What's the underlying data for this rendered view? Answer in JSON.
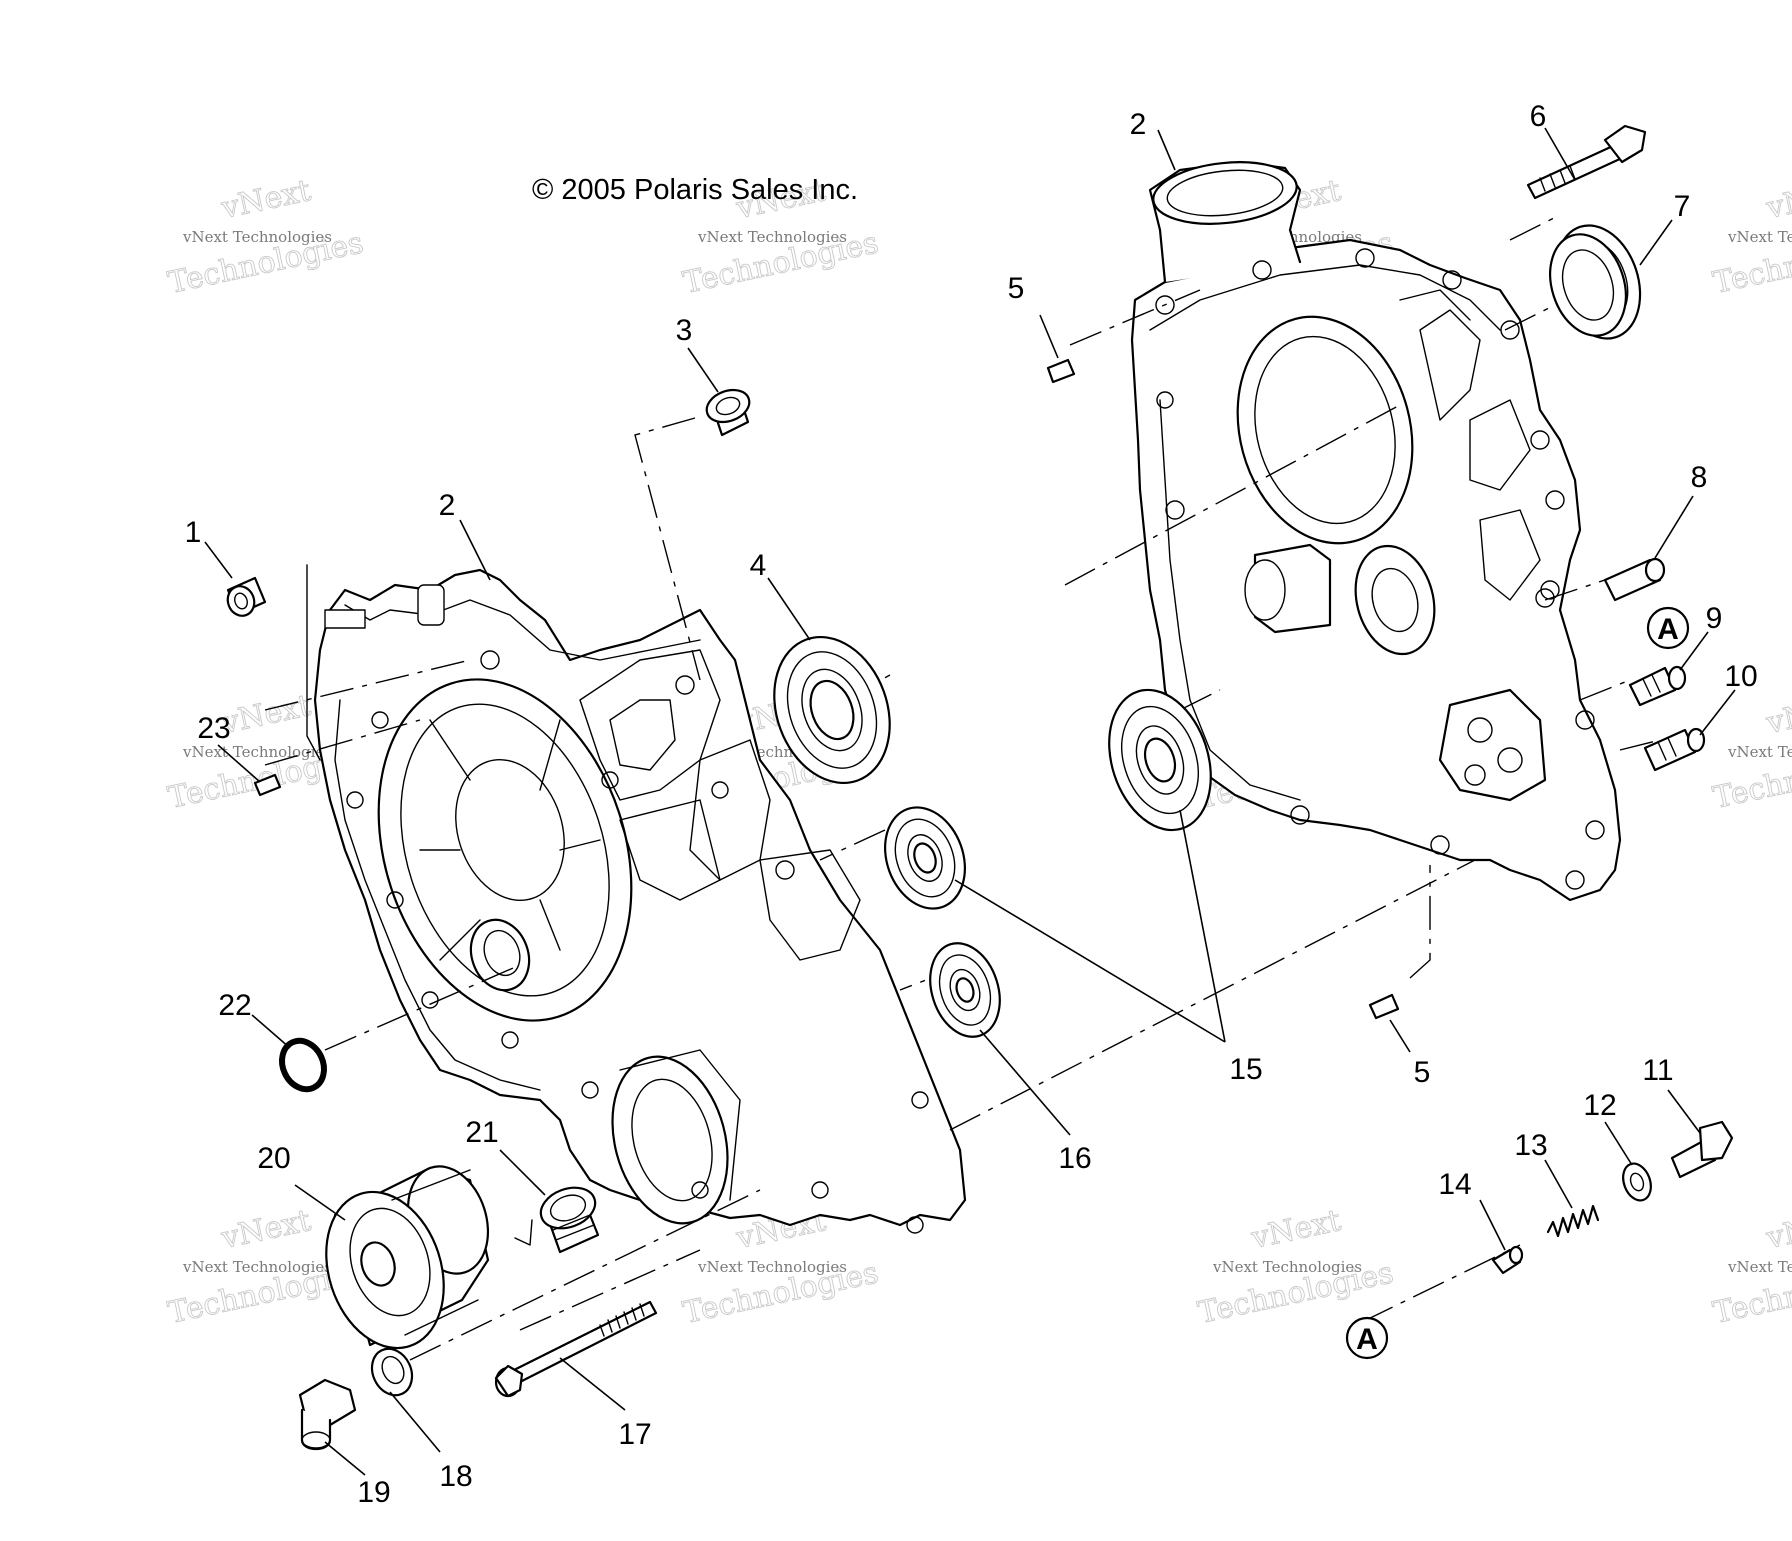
{
  "copyright": "© 2005 Polaris Sales Inc.",
  "watermark": {
    "line_main": "vNext Technologies",
    "line_big": "Technologies",
    "line_top": "vNext"
  },
  "reference_marker": "A",
  "callouts": [
    "1",
    "2",
    "2",
    "3",
    "4",
    "5",
    "5",
    "6",
    "7",
    "8",
    "9",
    "10",
    "11",
    "12",
    "13",
    "14",
    "15",
    "16",
    "17",
    "18",
    "19",
    "20",
    "21",
    "22",
    "23"
  ]
}
